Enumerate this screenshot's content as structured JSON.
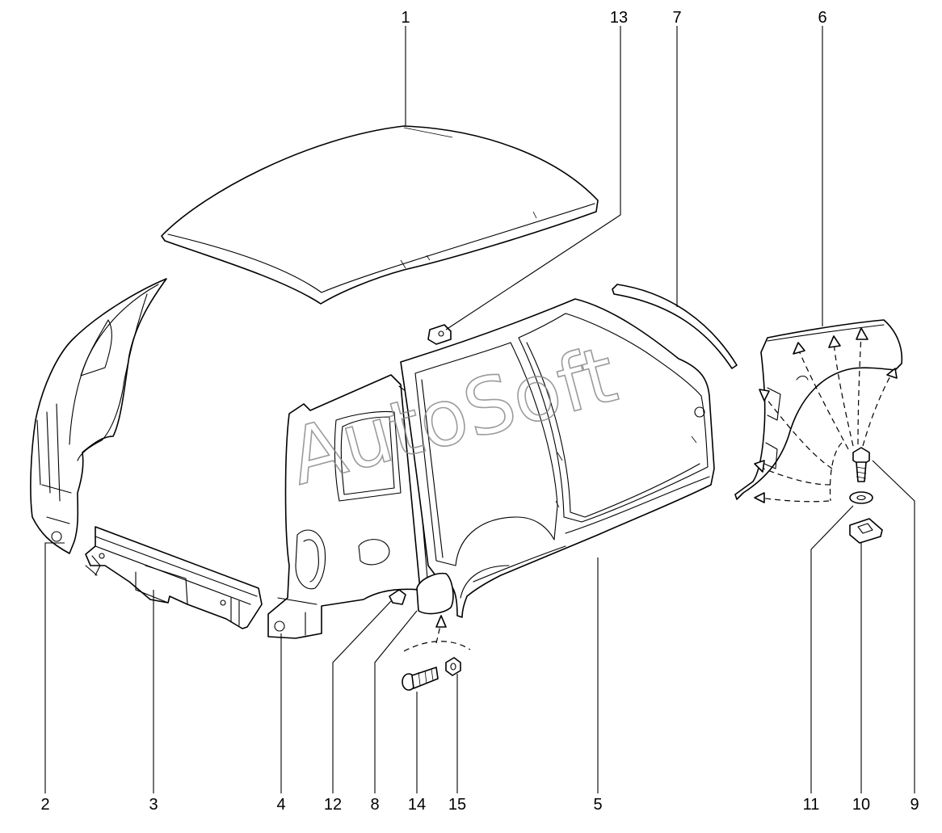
{
  "diagram": {
    "type": "exploded-parts-view",
    "watermark": "AutoSoft",
    "accent_color": "#000000",
    "callouts": [
      {
        "id": "c1",
        "label": "1"
      },
      {
        "id": "c13",
        "label": "13"
      },
      {
        "id": "c7",
        "label": "7"
      },
      {
        "id": "c6",
        "label": "6"
      },
      {
        "id": "c2",
        "label": "2"
      },
      {
        "id": "c3",
        "label": "3"
      },
      {
        "id": "c4",
        "label": "4"
      },
      {
        "id": "c12",
        "label": "12"
      },
      {
        "id": "c8",
        "label": "8"
      },
      {
        "id": "c14",
        "label": "14"
      },
      {
        "id": "c15",
        "label": "15"
      },
      {
        "id": "c5",
        "label": "5"
      },
      {
        "id": "c11",
        "label": "11"
      },
      {
        "id": "c10",
        "label": "10"
      },
      {
        "id": "c9",
        "label": "9"
      }
    ]
  }
}
